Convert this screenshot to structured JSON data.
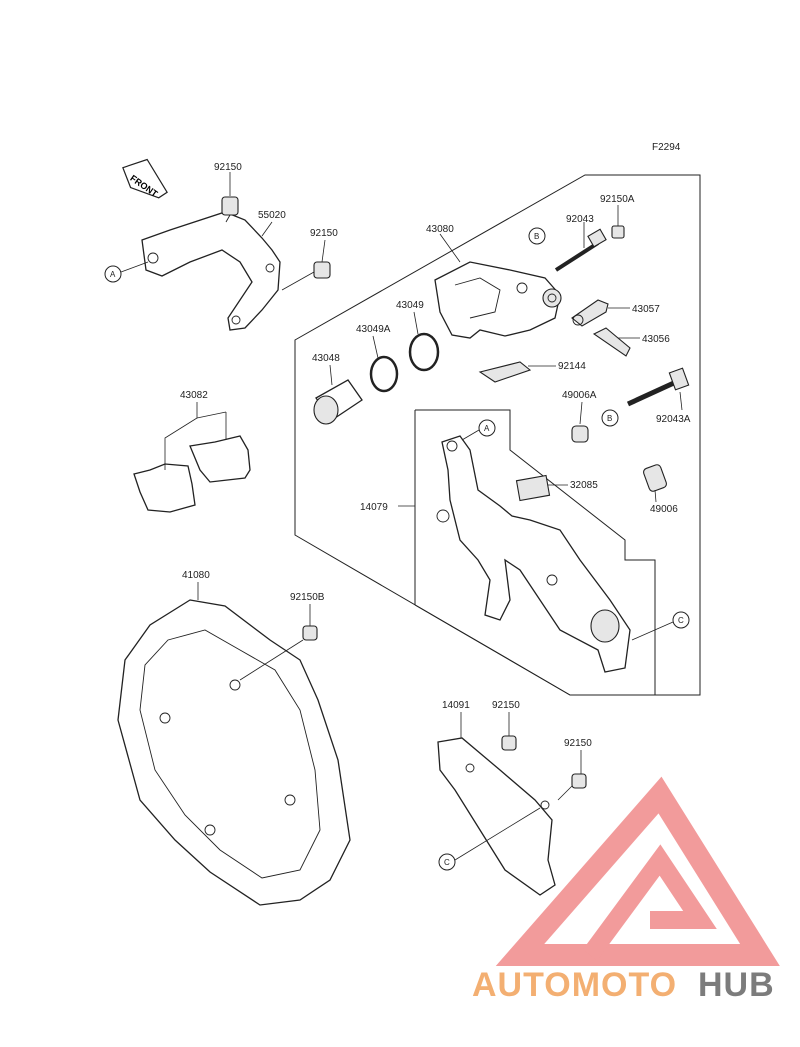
{
  "figure_code": "F2294",
  "front_label": "FRONT",
  "parts": [
    {
      "id": "lbl-92150-top",
      "text": "92150"
    },
    {
      "id": "lbl-55020",
      "text": "55020"
    },
    {
      "id": "lbl-92150-mid",
      "text": "92150"
    },
    {
      "id": "lbl-43080",
      "text": "43080"
    },
    {
      "id": "lbl-92150a",
      "text": "92150A"
    },
    {
      "id": "lbl-92043",
      "text": "92043"
    },
    {
      "id": "lbl-43057",
      "text": "43057"
    },
    {
      "id": "lbl-43056",
      "text": "43056"
    },
    {
      "id": "lbl-43049",
      "text": "43049"
    },
    {
      "id": "lbl-43049a",
      "text": "43049A"
    },
    {
      "id": "lbl-43048",
      "text": "43048"
    },
    {
      "id": "lbl-92144",
      "text": "92144"
    },
    {
      "id": "lbl-49006a",
      "text": "49006A"
    },
    {
      "id": "lbl-92043a",
      "text": "92043A"
    },
    {
      "id": "lbl-43082",
      "text": "43082"
    },
    {
      "id": "lbl-32085",
      "text": "32085"
    },
    {
      "id": "lbl-14079",
      "text": "14079"
    },
    {
      "id": "lbl-49006",
      "text": "49006"
    },
    {
      "id": "lbl-41080",
      "text": "41080"
    },
    {
      "id": "lbl-92150b",
      "text": "92150B"
    },
    {
      "id": "lbl-14091",
      "text": "14091"
    },
    {
      "id": "lbl-92150-low1",
      "text": "92150"
    },
    {
      "id": "lbl-92150-low2",
      "text": "92150"
    }
  ],
  "refs": {
    "a": "A",
    "b": "B",
    "c": "C"
  },
  "watermark": {
    "part1": "AUTOMOTO",
    "part2": "HUB",
    "color1": "#f2a25a",
    "color2": "#666666",
    "triangle": "#f08a8a"
  }
}
